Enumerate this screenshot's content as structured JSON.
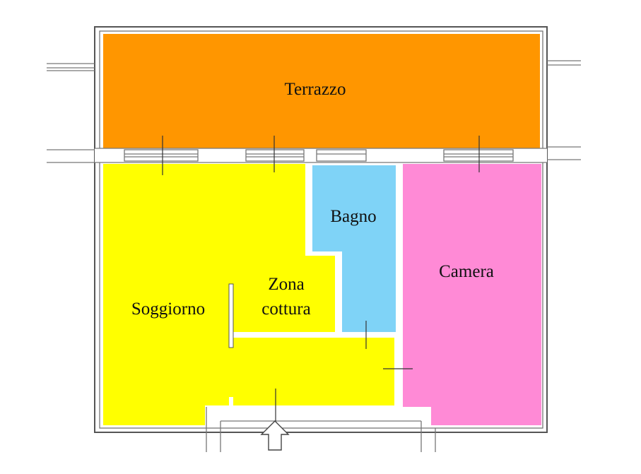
{
  "rooms": {
    "terrazzo": {
      "label": "Terrazzo",
      "color": "#ff9600"
    },
    "bagno": {
      "label": "Bagno",
      "color": "#7fd3f7"
    },
    "camera": {
      "label": "Camera",
      "color": "#ff8ad6"
    },
    "soggiorno": {
      "label": "Soggiorno",
      "color": "#ffff00"
    },
    "zona_cottura": {
      "label_line1": "Zona",
      "label_line2": "cottura",
      "color": "#ffff00"
    }
  },
  "icons": {
    "entrance": "entrance-arrow-icon"
  }
}
